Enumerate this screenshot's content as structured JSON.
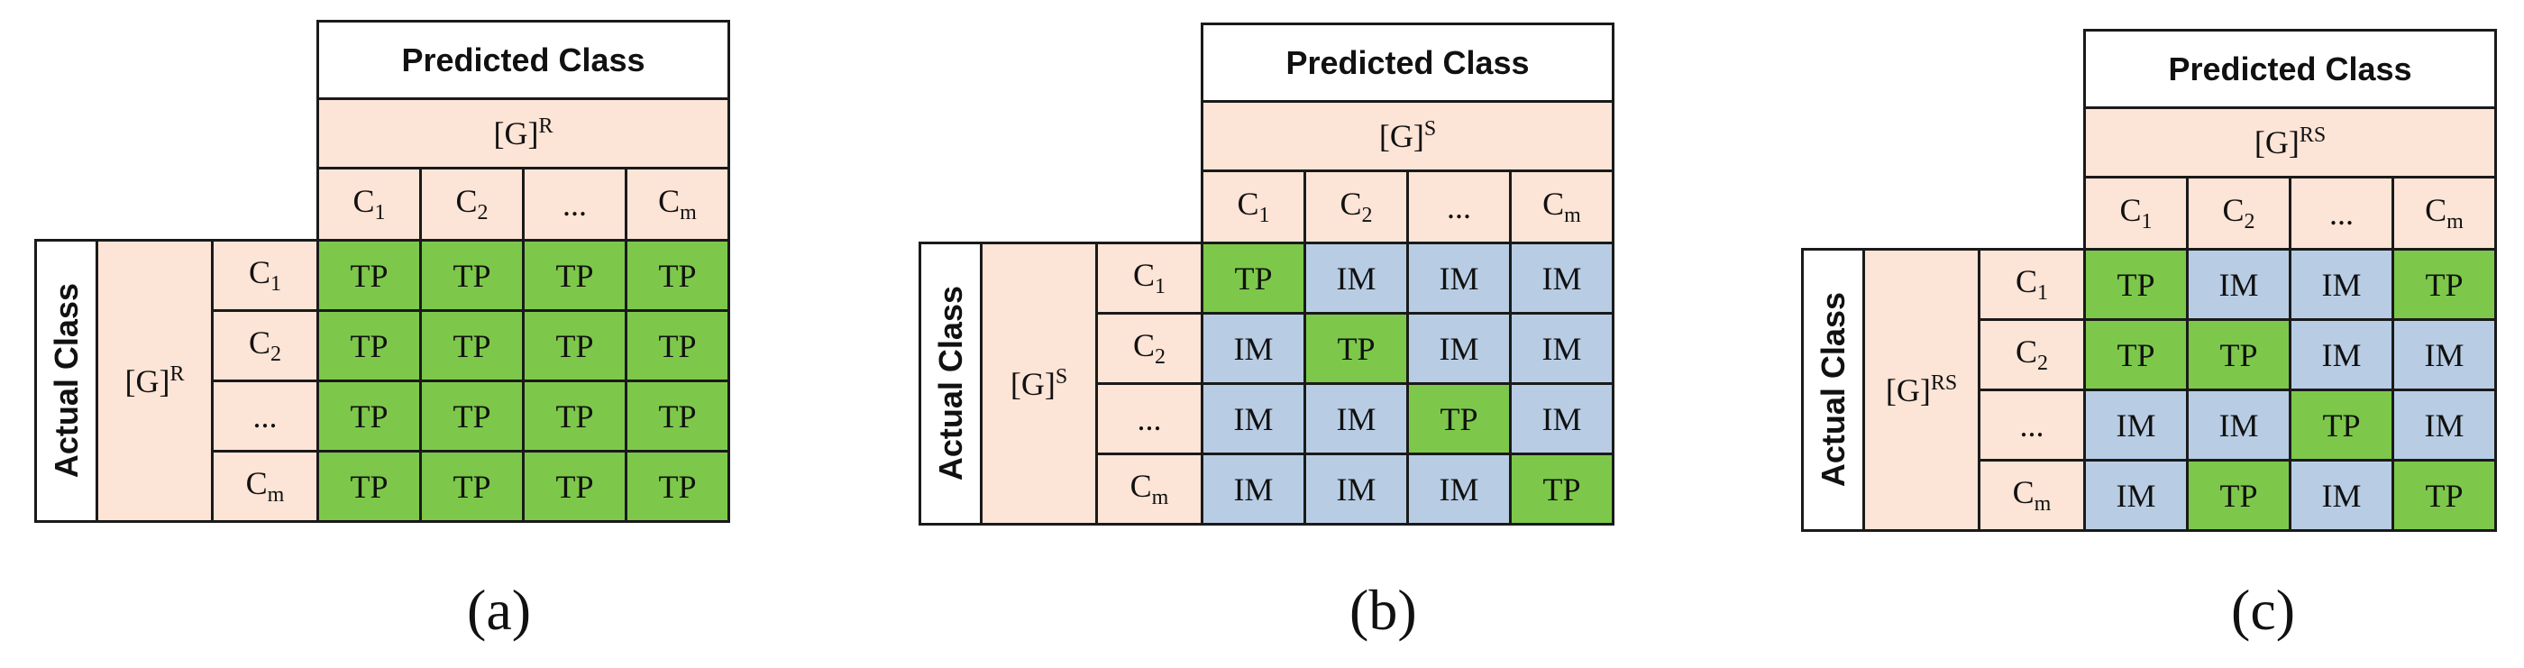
{
  "panels": [
    {
      "caption": "(a)",
      "predicted_label": "Predicted Class",
      "actual_label": "Actual Class",
      "group_label": "[G]",
      "group_sup": "R",
      "class_symbol": "C",
      "class_indices": [
        "1",
        "2",
        "...",
        "m"
      ],
      "cells": [
        [
          "TP",
          "TP",
          "TP",
          "TP"
        ],
        [
          "TP",
          "TP",
          "TP",
          "TP"
        ],
        [
          "TP",
          "TP",
          "TP",
          "TP"
        ],
        [
          "TP",
          "TP",
          "TP",
          "TP"
        ]
      ]
    },
    {
      "caption": "(b)",
      "predicted_label": "Predicted Class",
      "actual_label": "Actual Class",
      "group_label": "[G]",
      "group_sup": "S",
      "class_symbol": "C",
      "class_indices": [
        "1",
        "2",
        "...",
        "m"
      ],
      "cells": [
        [
          "TP",
          "IM",
          "IM",
          "IM"
        ],
        [
          "IM",
          "TP",
          "IM",
          "IM"
        ],
        [
          "IM",
          "IM",
          "TP",
          "IM"
        ],
        [
          "IM",
          "IM",
          "IM",
          "TP"
        ]
      ]
    },
    {
      "caption": "(c)",
      "predicted_label": "Predicted Class",
      "actual_label": "Actual Class",
      "group_label": "[G]",
      "group_sup": "RS",
      "class_symbol": "C",
      "class_indices": [
        "1",
        "2",
        "...",
        "m"
      ],
      "cells": [
        [
          "TP",
          "IM",
          "IM",
          "TP"
        ],
        [
          "TP",
          "TP",
          "IM",
          "IM"
        ],
        [
          "IM",
          "IM",
          "TP",
          "IM"
        ],
        [
          "IM",
          "TP",
          "IM",
          "TP"
        ]
      ]
    }
  ],
  "colors": {
    "TP": "#7dc84a",
    "IM": "#b8cde4",
    "header": "#fce4d6",
    "border": "#1a1a1a"
  }
}
